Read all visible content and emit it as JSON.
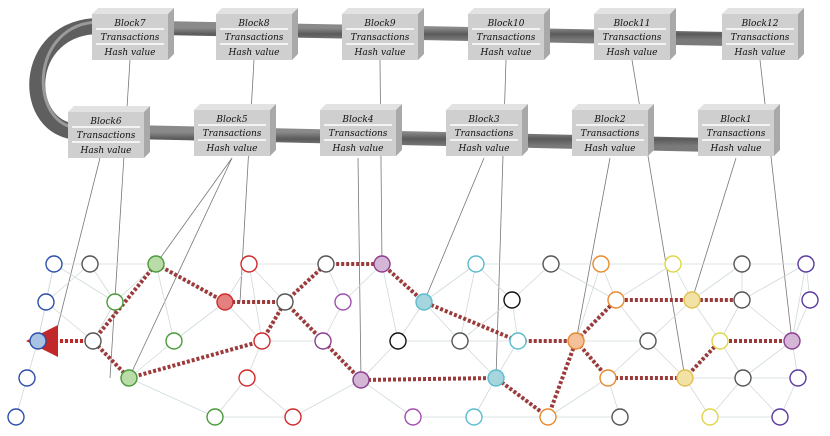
{
  "blocks": [
    {
      "title": "Block1",
      "row1": "Transactions",
      "row2": "Hash value"
    },
    {
      "title": "Block2",
      "row1": "Transactions",
      "row2": "Hash value"
    },
    {
      "title": "Block3",
      "row1": "Transactions",
      "row2": "Hash value"
    },
    {
      "title": "Block4",
      "row1": "Transactions",
      "row2": "Hash value"
    },
    {
      "title": "Block5",
      "row1": "Transactions",
      "row2": "Hash value"
    },
    {
      "title": "Block6",
      "row1": "Transactions",
      "row2": "Hash value"
    },
    {
      "title": "Block7",
      "row1": "Transactions",
      "row2": "Hash value"
    },
    {
      "title": "Block8",
      "row1": "Transactions",
      "row2": "Hash value"
    },
    {
      "title": "Block9",
      "row1": "Transactions",
      "row2": "Hash value"
    },
    {
      "title": "Block10",
      "row1": "Transactions",
      "row2": "Hash value"
    },
    {
      "title": "Block11",
      "row1": "Transactions",
      "row2": "Hash value"
    },
    {
      "title": "Block12",
      "row1": "Transactions",
      "row2": "Hash value"
    }
  ],
  "colors": {
    "path": "#9b3a3a",
    "pipe": "#6b6b6b",
    "block_face": "#cfcfcf",
    "connector": "#888888"
  }
}
